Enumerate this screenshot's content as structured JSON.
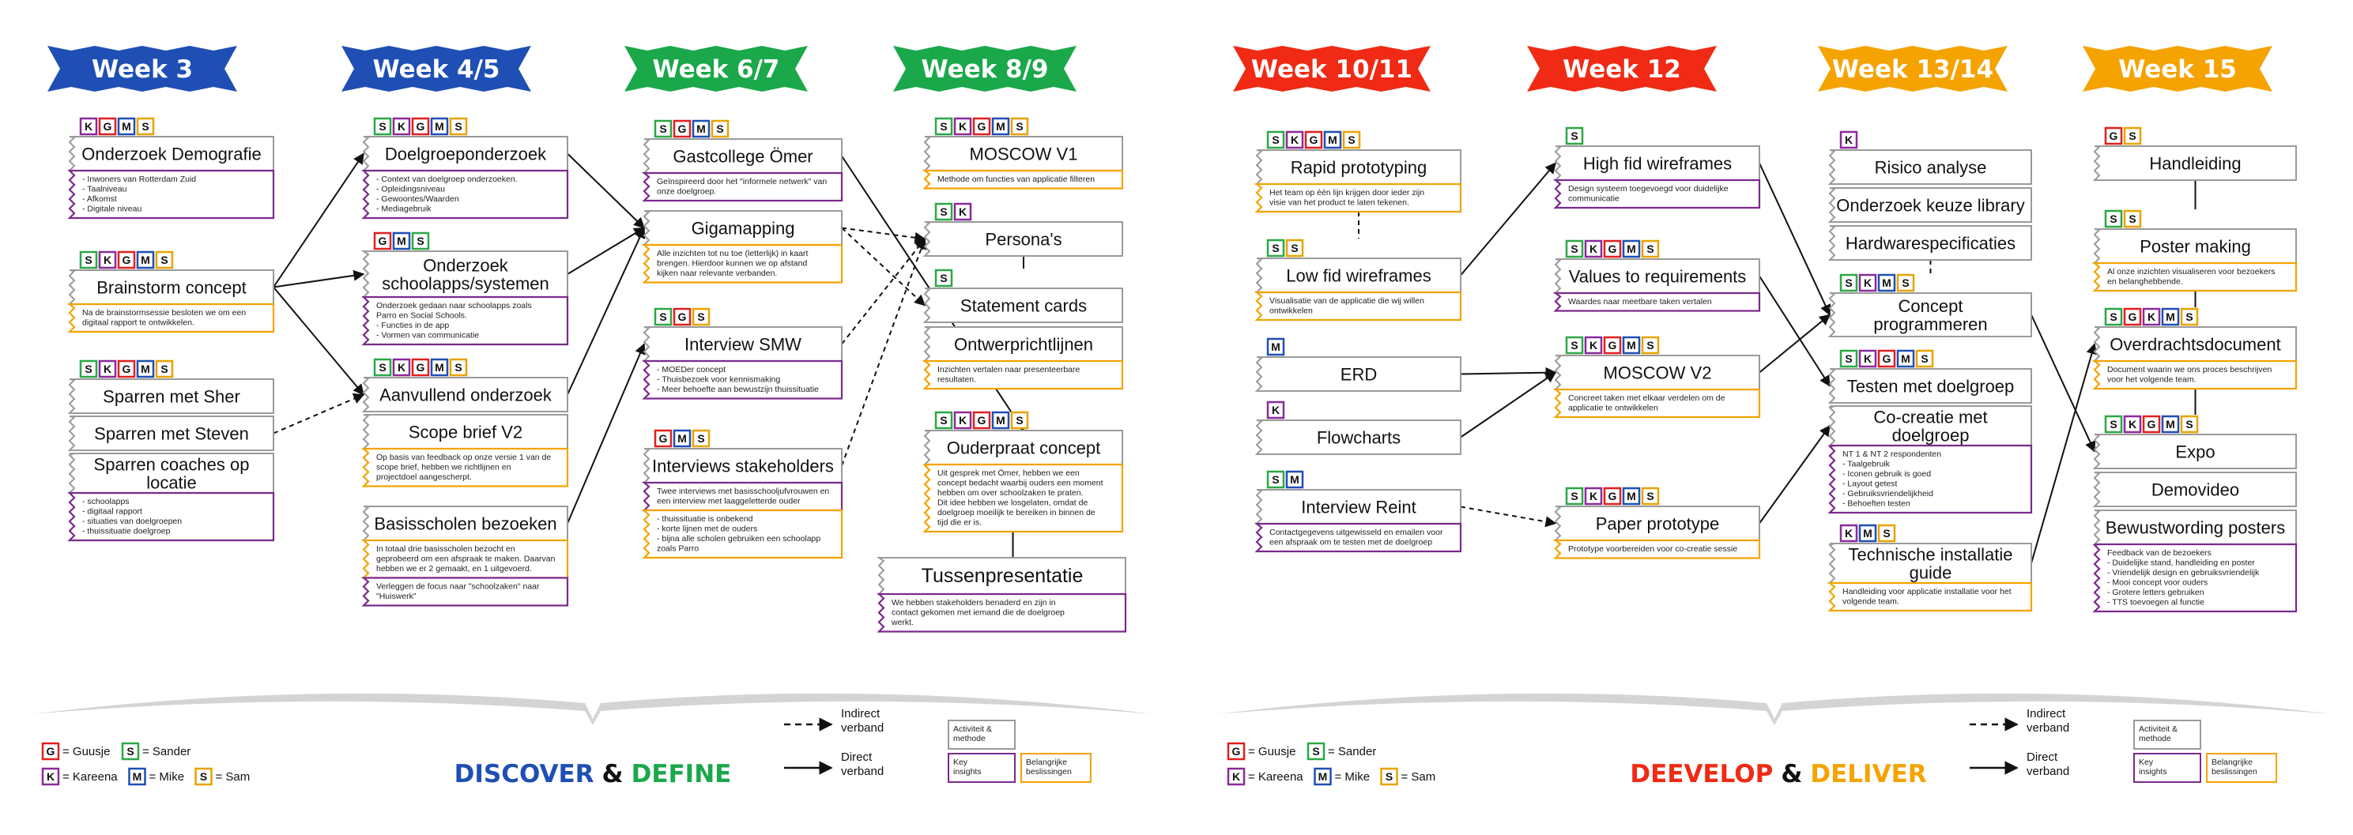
{
  "colors": {
    "blue": "#1f4fb4",
    "green": "#1aa84a",
    "red": "#f02a14",
    "orange": "#f4a300",
    "purple": "#7a2a8c",
    "gray": "#9a9a9a",
    "person_G": "#e0201f",
    "person_S": "#2aa845",
    "person_K": "#8a2a9a",
    "person_M": "#1f4fb4",
    "person_S2": "#e8a300"
  },
  "weeks": [
    {
      "label": "Week 3",
      "color": "#1f4fb4"
    },
    {
      "label": "Week 4/5",
      "color": "#1f4fb4"
    },
    {
      "label": "Week 6/7",
      "color": "#1aa84a"
    },
    {
      "label": "Week 8/9",
      "color": "#1aa84a"
    },
    {
      "label": "Week 10/11",
      "color": "#f02a14"
    },
    {
      "label": "Week 12",
      "color": "#f02a14"
    },
    {
      "label": "Week 13/14",
      "color": "#f4a300"
    },
    {
      "label": "Week 15",
      "color": "#f4a300"
    }
  ],
  "nodes": {
    "onderzoek_demografie": {
      "title": [
        "Onderzoek Demografie"
      ],
      "badges": [
        "K",
        "G",
        "M",
        "S2"
      ],
      "note": [
        "- Inwoners van Rotterdam Zuid",
        "    - Taalniveau",
        "    - Afkomst",
        "    - Digitale niveau"
      ],
      "note_type": "purple"
    },
    "brainstorm": {
      "title": [
        "Brainstorm concept"
      ],
      "badges": [
        "S",
        "K",
        "G",
        "M",
        "S2"
      ],
      "note": [
        "Na de brainstormsessie besloten we om een",
        "digitaal rapport te ontwikkelen."
      ],
      "note_type": "orange"
    },
    "sparren_sher": {
      "title": [
        "Sparren met Sher"
      ],
      "badges": [
        "S",
        "K",
        "G",
        "M",
        "S2"
      ]
    },
    "sparren_steven": {
      "title": [
        "Sparren met Steven"
      ]
    },
    "sparren_coaches": {
      "title": [
        "Sparren coaches op",
        "locatie"
      ],
      "note": [
        "- schoolapps",
        "- digitaal rapport",
        "- situaties van doelgroepen",
        "- thuissituatie doelgroep"
      ],
      "note_type": "purple"
    },
    "doelgroeponderzoek": {
      "title": [
        "Doelgroeponderzoek"
      ],
      "badges": [
        "S",
        "K",
        "G",
        "M",
        "S2"
      ],
      "note": [
        "- Context van doelgroep onderzoeken.",
        "    - Opleidingsniveau",
        "    - Gewoontes/Waarden",
        "    - Mediagebruik"
      ],
      "note_type": "purple"
    },
    "onderzoek_schoolapps": {
      "title": [
        "Onderzoek",
        "schoolapps/systemen"
      ],
      "badges": [
        "G",
        "M",
        "S"
      ],
      "note": [
        "Onderzoek gedaan naar schoolapps zoals",
        "Parro en Social Schools.",
        "    - Functies in de app",
        "    - Vormen van communicatie"
      ],
      "note_type": "purple"
    },
    "aanvullend": {
      "title": [
        "Aanvullend onderzoek"
      ],
      "badges": [
        "S",
        "K",
        "G",
        "M",
        "S2"
      ]
    },
    "scope_brief": {
      "title": [
        "Scope brief V2"
      ],
      "note": [
        "Op basis van feedback op onze versie 1 van de",
        "scope brief, hebben we richtlijnen en",
        "projectdoel aangescherpt."
      ],
      "note_type": "orange"
    },
    "basisscholen": {
      "title": [
        "Basisscholen bezoeken"
      ],
      "note": [
        "In totaal drie basisscholen bezocht en",
        "geprobeerd om een afspraak te maken. Daarvan",
        "hebben we er 2 gemaakt, en 1 uitgevoerd."
      ],
      "note_type": "orange",
      "note2": [
        "Verleggen de focus naar \"schoolzaken\" naar",
        "\"Huiswerk\""
      ],
      "note2_type": "purple"
    },
    "gastcollege": {
      "title": [
        "Gastcollege Ömer"
      ],
      "badges": [
        "S",
        "G",
        "M",
        "S2"
      ],
      "note": [
        "Geïnspireerd door het \"informele netwerk\" van",
        "onze doelgroep."
      ],
      "note_type": "purple"
    },
    "gigamapping": {
      "title": [
        "Gigamapping"
      ],
      "note": [
        "Alle inzichten tot nu toe (letterlijk) in kaart",
        "brengen. Hierdoor kunnen we op afstand",
        "kijken naar relevante verbanden."
      ],
      "note_type": "orange"
    },
    "interview_smw": {
      "title": [
        "Interview SMW"
      ],
      "badges": [
        "S",
        "G",
        "S2"
      ],
      "note": [
        "- MOEDer concept",
        "- Thuisbezoek voor kennismaking",
        "- Meer behoefte aan bewustzijn thuissituatie"
      ],
      "note_type": "purple"
    },
    "interviews_stakeholders": {
      "title": [
        "Interviews stakeholders"
      ],
      "badges": [
        "G",
        "M",
        "S2"
      ],
      "note": [
        "Twee interviews met basisschooljufvrouwen en",
        "een interview met laaggeletterde ouder"
      ],
      "note_type": "purple",
      "note2": [
        "- thuissituatie is onbekend",
        "- korte lijnen met de ouders",
        "- bijna alle scholen gebruiken een schoolapp",
        "  zoals Parro"
      ],
      "note2_type": "orange"
    },
    "moscow_v1": {
      "title": [
        "MOSCOW V1"
      ],
      "badges": [
        "S",
        "K",
        "G",
        "M",
        "S2"
      ],
      "note": [
        "Methode om functies van applicatie filteren"
      ],
      "note_type": "orange"
    },
    "personas": {
      "title": [
        "Persona's"
      ],
      "badges": [
        "S",
        "K"
      ]
    },
    "statement_cards": {
      "title": [
        "Statement cards"
      ],
      "badges": [
        "S"
      ]
    },
    "ontwerprichtlijnen": {
      "title": [
        "Ontwerprichtlijnen"
      ],
      "note": [
        "Inzichten vertalen naar presenteerbare",
        "resultaten."
      ],
      "note_type": "orange"
    },
    "ouderpraat": {
      "title": [
        "Ouderpraat concept"
      ],
      "badges": [
        "S",
        "K",
        "G",
        "M",
        "S2"
      ],
      "note": [
        "Uit gesprek met Ömer, hebben we een",
        "concept bedacht waarbij ouders een moment",
        "hebben om over schoolzaken te praten.",
        "Dit idee hebben we losgelaten, omdat de",
        "doelgroep moeilijk te bereiken in binnen de",
        "tijd die er is."
      ],
      "note_type": "orange"
    },
    "tussenpresentatie": {
      "title": [
        "Tussenpresentatie"
      ],
      "note": [
        "We hebben stakeholders benaderd en zijn in",
        "contact gekomen met iemand die de doelgroep",
        "werkt."
      ],
      "note_type": "purple"
    },
    "rapid_prototyping": {
      "title": [
        "Rapid prototyping"
      ],
      "badges": [
        "S",
        "K",
        "G",
        "M",
        "S2"
      ],
      "note": [
        "Het team op één lijn krijgen door ieder zijn",
        "visie van het product te laten tekenen."
      ],
      "note_type": "orange"
    },
    "low_fid": {
      "title": [
        "Low fid wireframes"
      ],
      "badges": [
        "S",
        "S2"
      ],
      "note": [
        "Visualisatie van de applicatie die wij willen",
        "ontwikkelen"
      ],
      "note_type": "orange"
    },
    "erd": {
      "title": [
        "ERD"
      ],
      "badges": [
        "M"
      ]
    },
    "flowcharts": {
      "title": [
        "Flowcharts"
      ],
      "badges": [
        "K"
      ]
    },
    "interview_reint": {
      "title": [
        "Interview Reint"
      ],
      "badges": [
        "S",
        "M"
      ],
      "note": [
        "Contactgegevens uitgewisseld en emailen voor",
        "een afspraak om te testen met de doelgroep"
      ],
      "note_type": "purple"
    },
    "high_fid": {
      "title": [
        "High fid wireframes"
      ],
      "badges": [
        "S"
      ],
      "note": [
        "Design systeem toegevoegd voor duidelijke",
        "communicatie"
      ],
      "note_type": "purple"
    },
    "values_req": {
      "title": [
        "Values to requirements"
      ],
      "badges": [
        "S",
        "K",
        "G",
        "M",
        "S2"
      ],
      "note": [
        "Waardes naar meetbare taken vertalen"
      ],
      "note_type": "purple"
    },
    "moscow_v2": {
      "title": [
        "MOSCOW V2"
      ],
      "badges": [
        "S",
        "K",
        "G",
        "M",
        "S2"
      ],
      "note": [
        "Concreet taken met elkaar verdelen om de",
        "applicatie te ontwikkelen"
      ],
      "note_type": "orange"
    },
    "paper_prototype": {
      "title": [
        "Paper prototype"
      ],
      "badges": [
        "S",
        "K",
        "G",
        "M",
        "S2"
      ],
      "note": [
        "Prototype voorbereiden voor co-creatie sessie"
      ],
      "note_type": "orange"
    },
    "risico": {
      "title": [
        "Risico analyse"
      ],
      "badges": [
        "K"
      ]
    },
    "onderzoek_library": {
      "title": [
        "Onderzoek keuze library"
      ]
    },
    "hardware": {
      "title": [
        "Hardwarespecificaties"
      ]
    },
    "concept_prog": {
      "title": [
        "Concept",
        "programmeren"
      ],
      "badges": [
        "S",
        "K",
        "M",
        "S2"
      ]
    },
    "testen": {
      "title": [
        "Testen met doelgroep"
      ],
      "badges": [
        "S",
        "K",
        "G",
        "M",
        "S2"
      ]
    },
    "cocreatie": {
      "title": [
        "Co-creatie met",
        "doelgroep"
      ],
      "note": [
        "NT 1 & NT 2 respondenten",
        "- Taalgebruik",
        "- Iconen gebruik is goed",
        "- Layout getest",
        "- Gebruiksvriendelijkheid",
        "- Behoeften testen"
      ],
      "note_type": "purple"
    },
    "technische": {
      "title": [
        "Technische installatie",
        "guide"
      ],
      "badges": [
        "K",
        "M",
        "S2"
      ],
      "note": [
        "Handleiding voor applicatie installatie voor het",
        "volgende team."
      ],
      "note_type": "orange"
    },
    "handleiding": {
      "title": [
        "Handleiding"
      ],
      "badges": [
        "G",
        "S2"
      ]
    },
    "poster": {
      "title": [
        "Poster making"
      ],
      "badges": [
        "S",
        "S2"
      ],
      "note": [
        "Al onze inzichten visualiseren voor bezoekers",
        "en belanghebbende."
      ],
      "note_type": "orange"
    },
    "overdracht": {
      "title": [
        "Overdrachtsdocument"
      ],
      "badges": [
        "S",
        "G",
        "K",
        "M",
        "S2"
      ],
      "note": [
        "Document waarin we ons proces beschrijven",
        "voor het volgende team."
      ],
      "note_type": "orange"
    },
    "expo": {
      "title": [
        "Expo"
      ],
      "badges": [
        "S",
        "K",
        "G",
        "M",
        "S2"
      ]
    },
    "demovideo": {
      "title": [
        "Demovideo"
      ]
    },
    "bewustwording": {
      "title": [
        "Bewustwording posters"
      ],
      "note": [
        "Feedback van de bezoekers",
        "- Duidelijke stand, handleiding en poster",
        "- Vriendelijk design en gebruiksvriendelijk",
        "- Mooi concept voor ouders",
        "- Grotere letters gebruiken",
        "- TTS toevoegen al functie"
      ],
      "note_type": "purple"
    }
  },
  "legend": {
    "people_row1": [
      {
        "letter": "G",
        "name": "Guusje"
      },
      {
        "letter": "S",
        "name": "Sander"
      }
    ],
    "people_row2": [
      {
        "letter": "K",
        "name": "Kareena"
      },
      {
        "letter": "M",
        "name": "Mike"
      },
      {
        "letter": "S2",
        "name": "Sam"
      }
    ],
    "indirect": [
      "Indirect",
      "verband"
    ],
    "direct": [
      "Direct",
      "verband"
    ],
    "box_activity": [
      "Activiteit &",
      "methode"
    ],
    "box_insights": [
      "Key",
      "insights"
    ],
    "box_decisions": [
      "Belangrijke",
      "beslissingen"
    ]
  },
  "phases": {
    "left_a": "DISCOVER",
    "left_amp": "&",
    "left_b": "DEFINE",
    "right_a": "DEEVELOP",
    "right_amp": "&",
    "right_b": "DELIVER"
  }
}
